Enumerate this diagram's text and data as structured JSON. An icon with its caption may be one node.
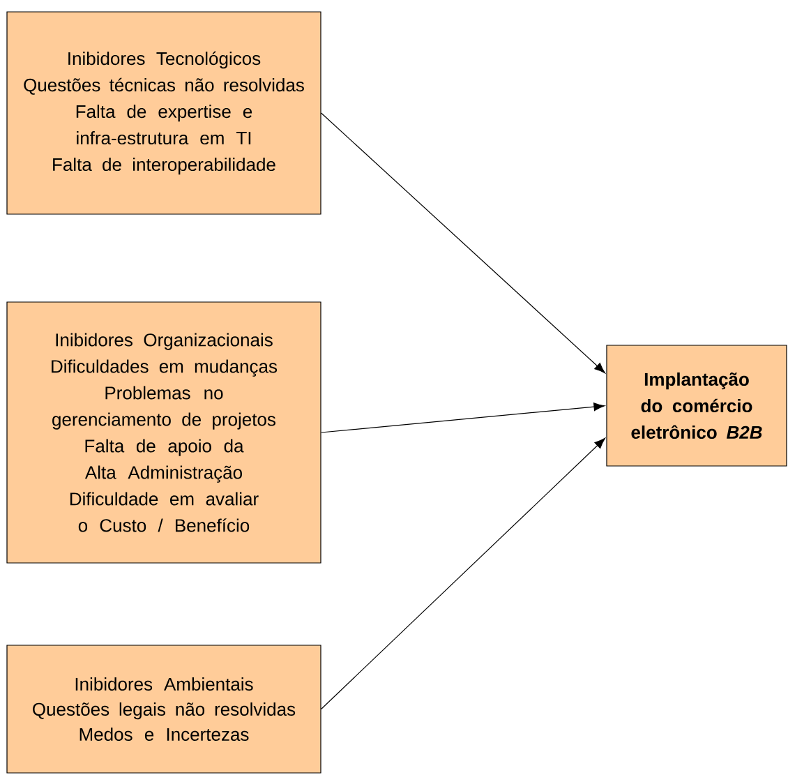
{
  "diagram": {
    "nodes": [
      {
        "text": [
          "Inibidores Tecnológicos",
          "Questões técnicas não resolvidas",
          "Falta de expertise e infra-estrutura em TI",
          "Falta de interoperabilidade"
        ]
      },
      {
        "text": [
          "Inibidores Organizacionais",
          "Dificuldades em mudanças",
          "Problemas no gerenciamento de projetos",
          "Falta de apoio da Alta Administração",
          "Dificuldade em avaliar o Custo / Benefício"
        ]
      },
      {
        "text": [
          "Inibidores Ambientais",
          "Questões legais não resolvidas",
          "Medos e Incertezas"
        ]
      },
      {
        "text": [
          "Implantação do comércio eletrônico *B2B*"
        ]
      }
    ],
    "edges": [
      {
        "from": 0,
        "to": 3,
        "arrow": "to"
      },
      {
        "from": 1,
        "to": 3,
        "arrow": "to"
      },
      {
        "from": 2,
        "to": 3,
        "arrow": "to"
      }
    ]
  }
}
